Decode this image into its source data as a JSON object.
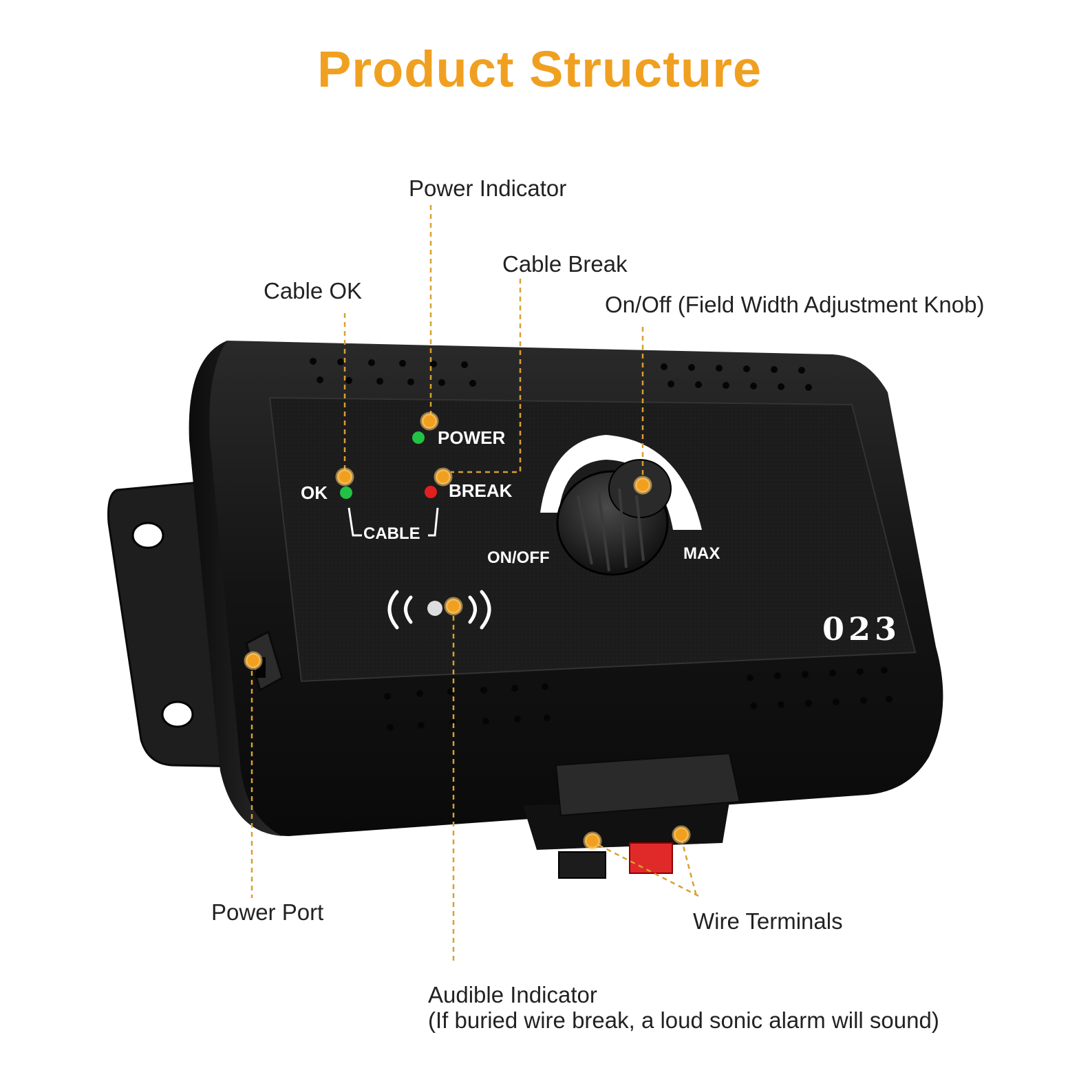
{
  "title": "Product Structure",
  "accent_color": "#f0a020",
  "callouts": {
    "power_indicator": "Power Indicator",
    "cable_break": "Cable Break",
    "cable_ok": "Cable OK",
    "knob": "On/Off (Field Width Adjustment Knob)",
    "power_port": "Power Port",
    "wire_terminals": "Wire Terminals",
    "audible_line1": "Audible Indicator",
    "audible_line2": "(If buried wire break, a loud sonic alarm will sound)"
  },
  "device": {
    "label_power": "POWER",
    "label_ok": "OK",
    "label_break": "BREAK",
    "label_cable": "CABLE",
    "label_onoff": "ON/OFF",
    "label_max": "MAX",
    "model": "023",
    "led_colors": {
      "power": "#22c244",
      "ok": "#22c244",
      "break": "#e02020"
    }
  }
}
